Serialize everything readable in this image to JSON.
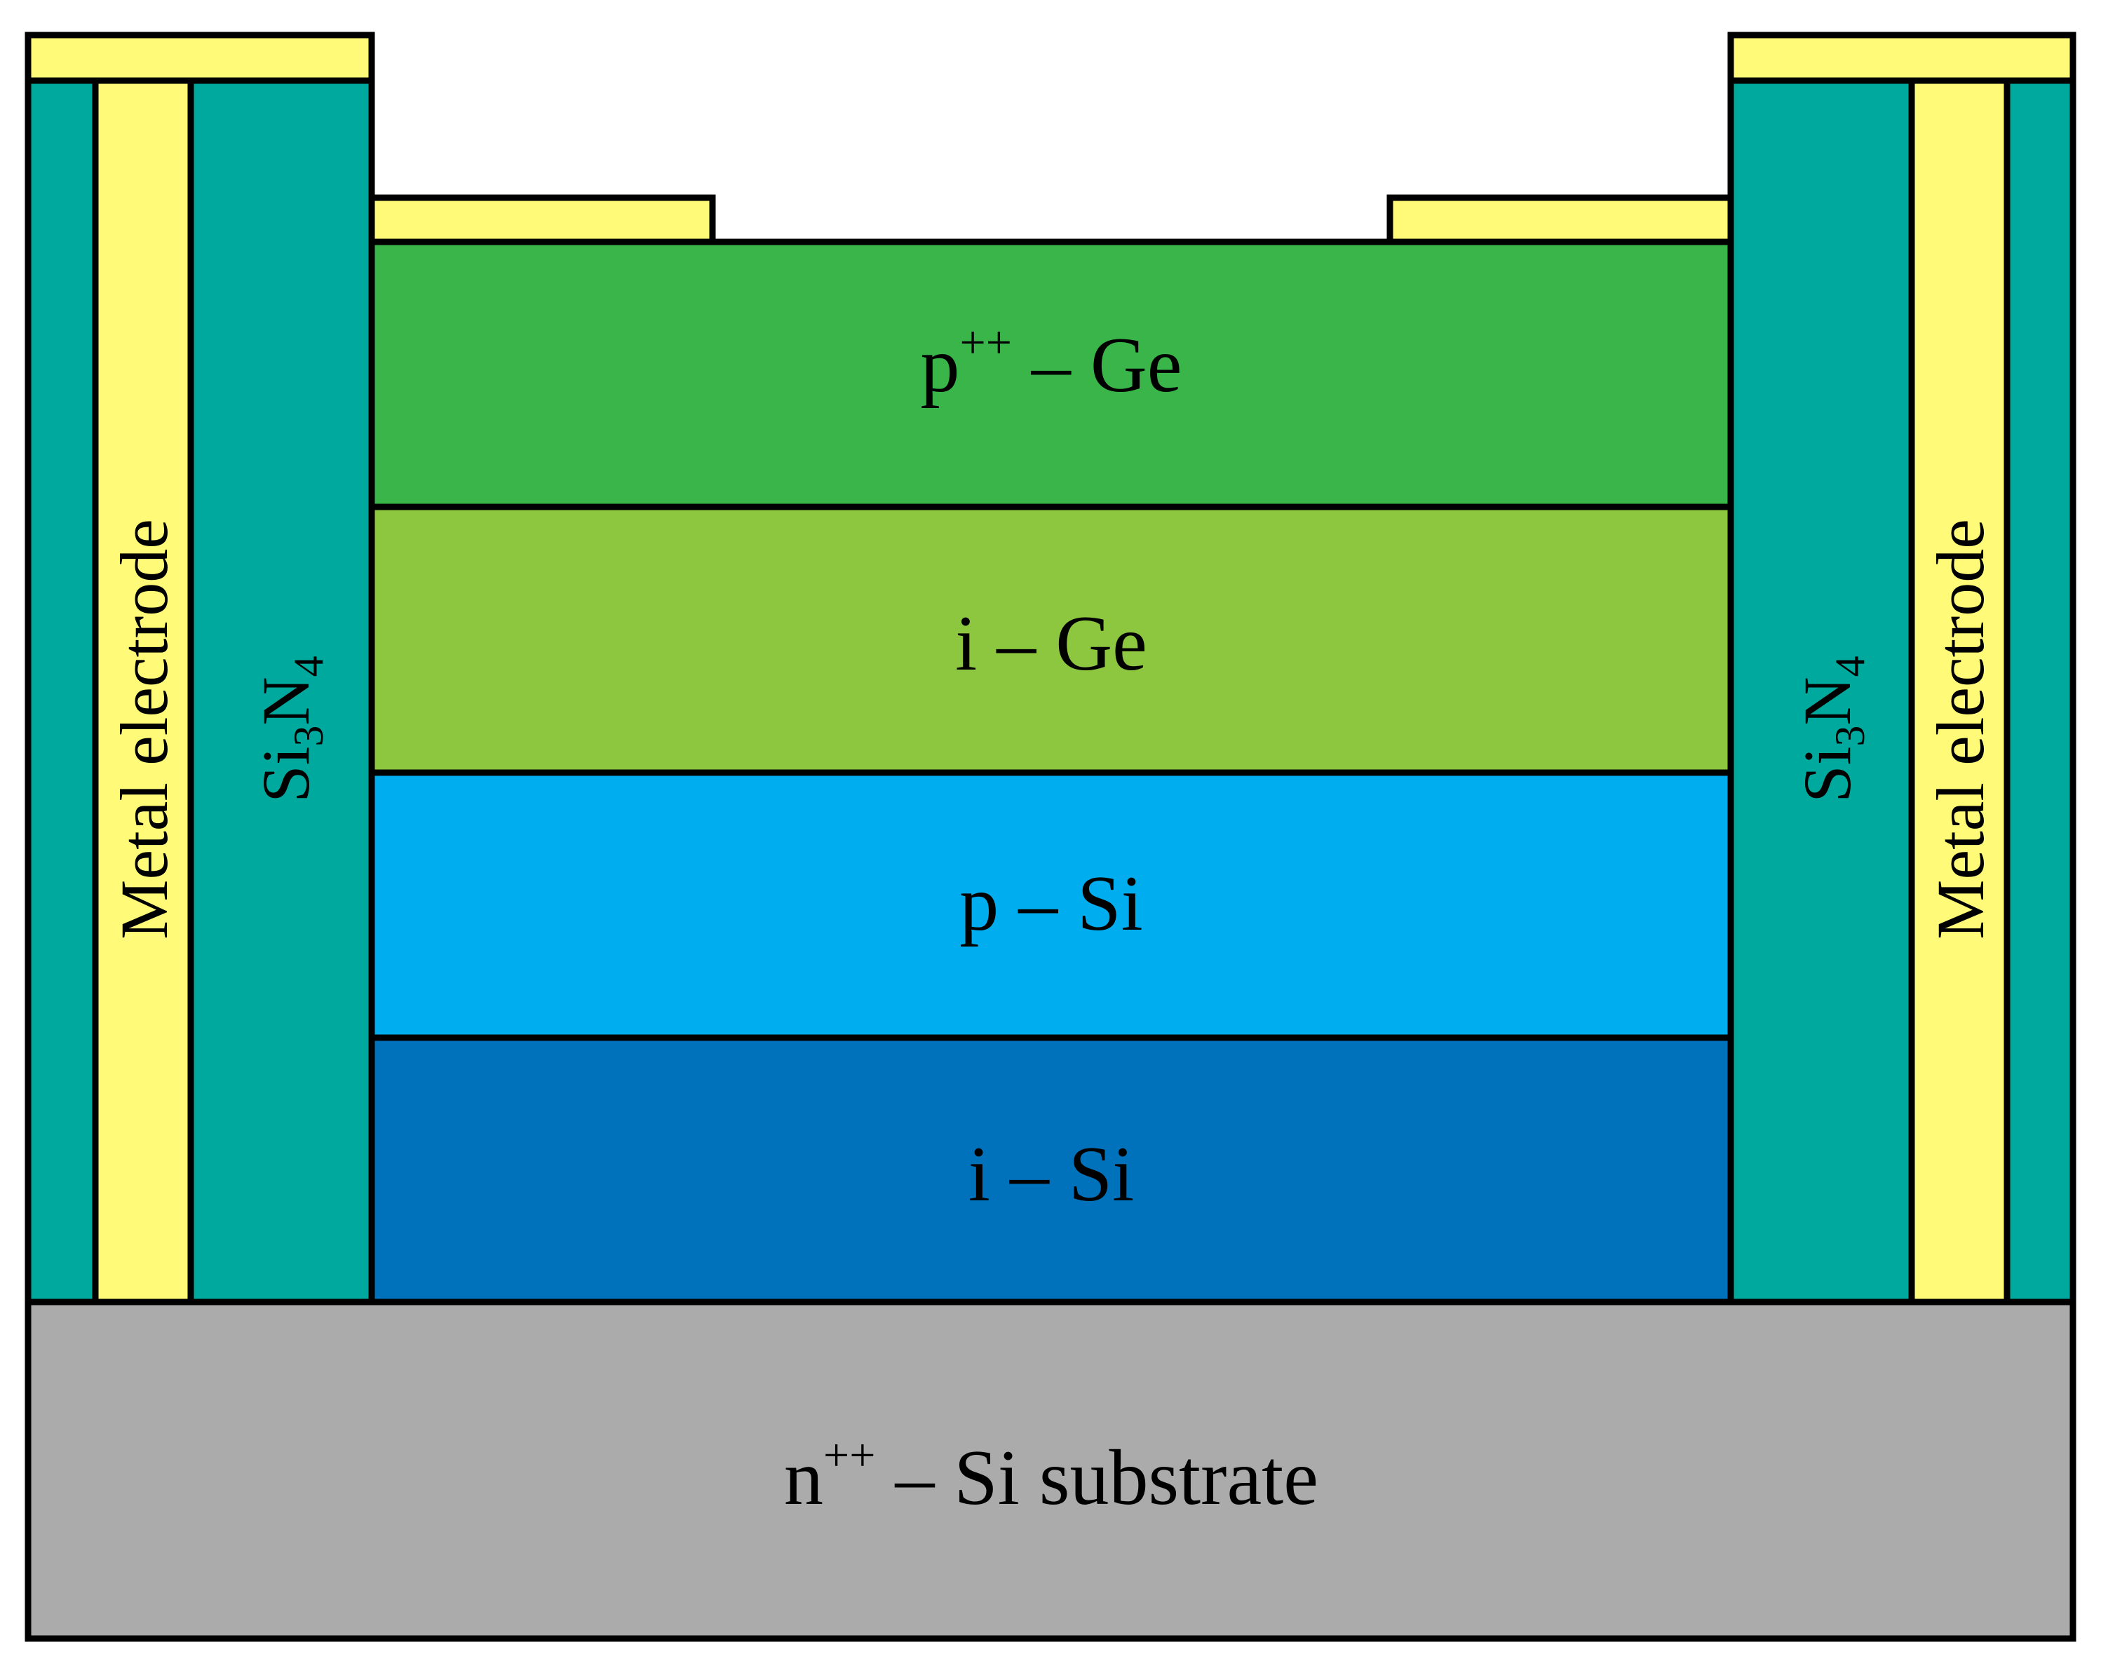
{
  "colors": {
    "metal": "#FFFA78",
    "si3n4": "#00A99D",
    "p_ge": "#39B54A",
    "i_ge": "#8DC63F",
    "p_si": "#00AEEF",
    "i_si": "#0072BC",
    "substrate": "#ABABAB",
    "outline": "#000000"
  },
  "layers": {
    "p_ge": {
      "base": "p",
      "sup": "++",
      "rest": " – Ge"
    },
    "i_ge": {
      "text": "i – Ge"
    },
    "p_si": {
      "text": "p – Si"
    },
    "i_si": {
      "text": "i – Si"
    },
    "substrate": {
      "base": "n",
      "sup": "++",
      "rest": " – Si substrate"
    }
  },
  "side_labels": {
    "metal_electrode": "Metal electrode",
    "si3n4": {
      "a": "Si",
      "sub1": "3",
      "b": "N",
      "sub2": "4"
    }
  }
}
